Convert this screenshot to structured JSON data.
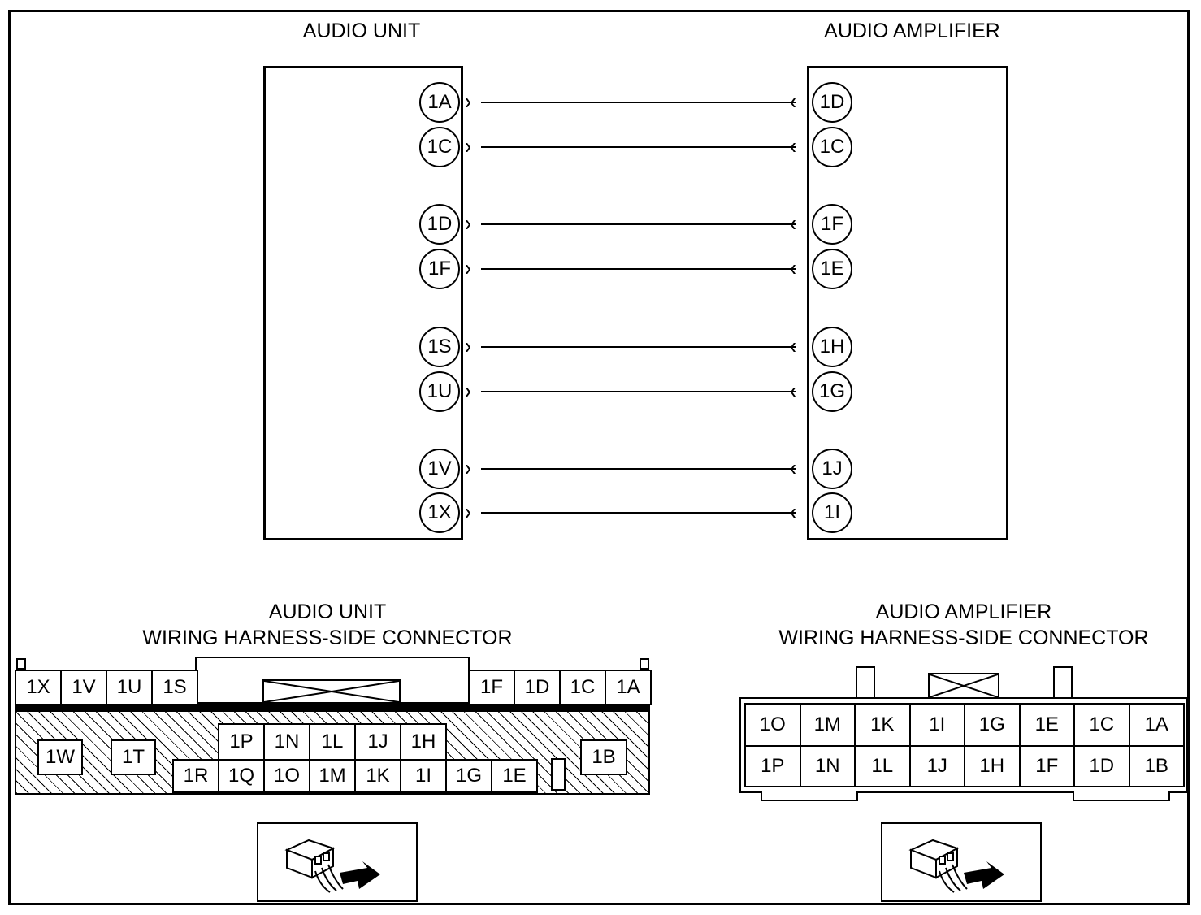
{
  "schematic": {
    "audio_unit_title": "AUDIO UNIT",
    "audio_amplifier_title": "AUDIO AMPLIFIER",
    "connections": [
      {
        "from": "1A",
        "to": "1D"
      },
      {
        "from": "1C",
        "to": "1C"
      },
      {
        "from": "1D",
        "to": "1F"
      },
      {
        "from": "1F",
        "to": "1E"
      },
      {
        "from": "1S",
        "to": "1H"
      },
      {
        "from": "1U",
        "to": "1G"
      },
      {
        "from": "1V",
        "to": "1J"
      },
      {
        "from": "1X",
        "to": "1I"
      }
    ]
  },
  "audio_unit_connector": {
    "title_line1": "AUDIO UNIT",
    "title_line2": "WIRING HARNESS-SIDE CONNECTOR",
    "top_left_pins": [
      "1X",
      "1V",
      "1U",
      "1S"
    ],
    "top_right_pins": [
      "1F",
      "1D",
      "1C",
      "1A"
    ],
    "middle_pins": [
      "1P",
      "1N",
      "1L",
      "1J",
      "1H"
    ],
    "bottom_pins": [
      "1R",
      "1Q",
      "1O",
      "1M",
      "1K",
      "1I",
      "1G",
      "1E"
    ],
    "left_pins": [
      "1W",
      "1T"
    ],
    "right_pin": "1B"
  },
  "audio_amplifier_connector": {
    "title_line1": "AUDIO AMPLIFIER",
    "title_line2": "WIRING HARNESS-SIDE CONNECTOR",
    "top_row": [
      "1O",
      "1M",
      "1K",
      "1I",
      "1G",
      "1E",
      "1C",
      "1A"
    ],
    "bottom_row": [
      "1P",
      "1N",
      "1L",
      "1J",
      "1H",
      "1F",
      "1D",
      "1B"
    ]
  },
  "icons": [
    "connector-probe-icon",
    "connector-probe-icon"
  ]
}
